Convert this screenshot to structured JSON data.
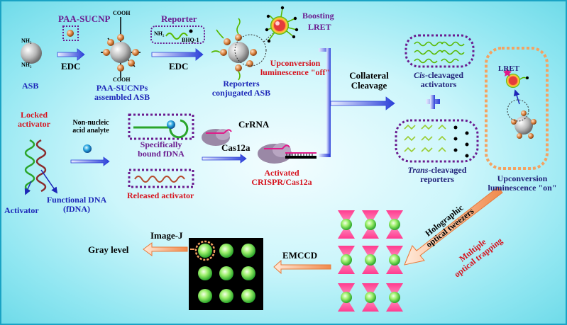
{
  "labels": {
    "paa_sucnp": "PAA-SUCNP",
    "reporter": "Reporter",
    "boosting": "Boosting",
    "lret_top": "LRET",
    "asb": "ASB",
    "edc1": "EDC",
    "edc2": "EDC",
    "paa_assembled_1": "PAA-SUCNPs",
    "paa_assembled_2": "assembled ASB",
    "reporters_conj_1": "Reporters",
    "reporters_conj_2": "conjugated ASB",
    "upconv_off_1": "Upconversion",
    "upconv_off_2": "luminescence \"off\"",
    "collateral_1": "Collateral",
    "collateral_2": "Cleavage",
    "cis_1": "Cis",
    "cis_2": "-cleavaged",
    "cis_3": "activators",
    "trans_1": "Trans",
    "trans_2": "-cleavaged",
    "trans_3": "reporters",
    "lret_right": "LRET",
    "upconv_on_1": "Upconversion",
    "upconv_on_2": "luminescence \"on\"",
    "locked_1": "Locked",
    "locked_2": "activator",
    "non_nucleic_1": "Non-nucleic",
    "non_nucleic_2": "acid analyte",
    "specifically_1": "Specifically",
    "specifically_2": "bound fDNA",
    "crrna": "CrRNA",
    "cas12a": "Cas12a",
    "activated_1": "Activated",
    "activated_2": "CRISPR/Cas12a",
    "released": "Released activator",
    "functional_1": "Functional DNA",
    "functional_2": "(fDNA)",
    "activator": "Activator",
    "holo_1": "Holographic",
    "holo_2": "optical tweezers",
    "multiple_1": "Multiple",
    "multiple_2": "optical trapping",
    "emccd": "EMCCD",
    "imagej": "Image-J",
    "gray": "Gray level",
    "nh2": "NH₂",
    "cooh": "COOH",
    "bhq": "BHQ-1"
  },
  "colors": {
    "background": "#cdf6fb",
    "border": "#1aa3c4",
    "title_purple": "#6a1b8f",
    "blue": "#1d27b8",
    "red": "#d6141f",
    "orange_particle": "#d9823f",
    "gray_sphere": "#b8b8b8",
    "green_spot": "#7df05a",
    "magenta_beam": "#ff3b8f"
  },
  "icons": [
    "asb-sphere",
    "sucnp-particle",
    "reporter-strand",
    "crispr-cas12a",
    "optical-trap",
    "camera-grid"
  ]
}
